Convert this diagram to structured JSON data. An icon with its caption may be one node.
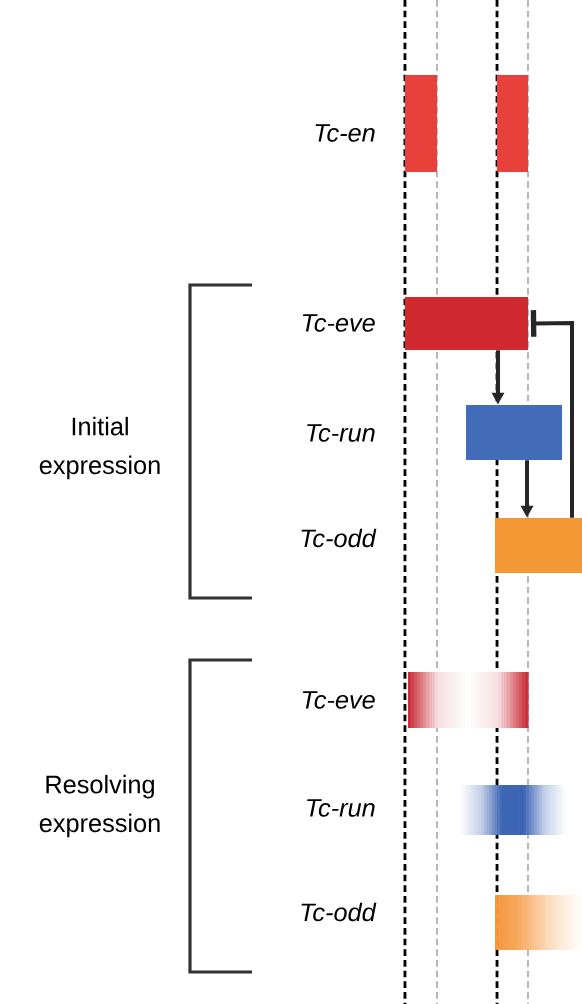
{
  "diagram": {
    "nodes": [
      {
        "text": [],
        "shape": "bar"
      },
      {
        "text": [],
        "shape": "bar"
      },
      {
        "text": [],
        "shape": "bar"
      },
      {
        "text": [],
        "shape": "bar"
      },
      {
        "text": [],
        "shape": "bar"
      },
      {
        "text": [],
        "shape": "bar"
      },
      {
        "text": [],
        "shape": "bar"
      },
      {
        "text": [],
        "shape": "bar"
      }
    ],
    "edges": [
      {
        "from": 2,
        "to": 3,
        "arrow": "to"
      },
      {
        "from": 3,
        "to": 4,
        "arrow": "to"
      },
      {
        "from": 4,
        "to": 2,
        "arrow": "other"
      }
    ],
    "labels": [
      "Tc-en",
      "Tc-eve",
      "Initial expression",
      "Tc-run",
      "Tc-odd",
      "Tc-eve",
      "Resolving expression",
      "Tc-run",
      "Tc-odd"
    ]
  }
}
